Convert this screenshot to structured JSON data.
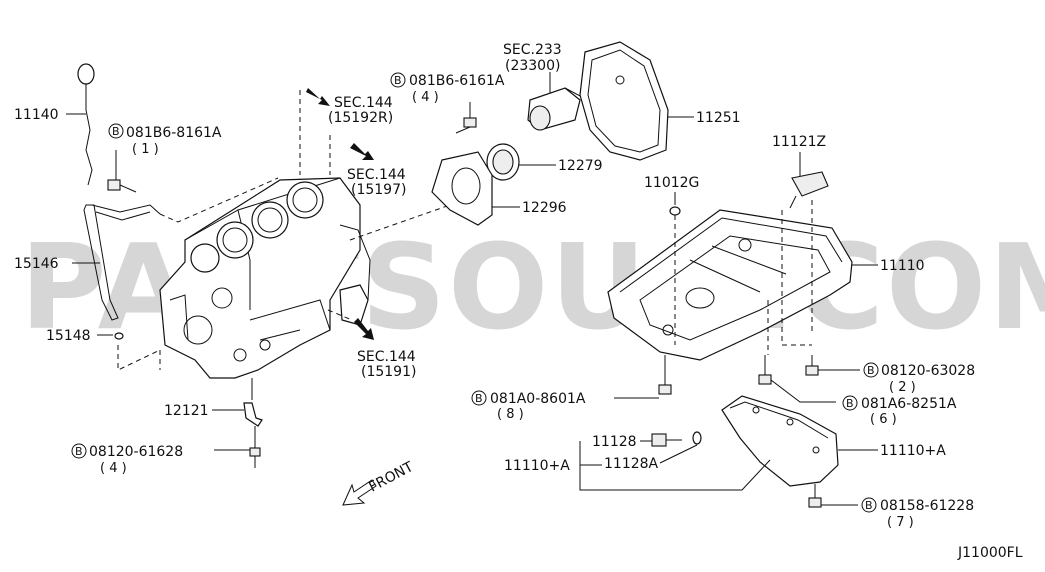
{
  "watermark": "PARTSOUQ.COM",
  "diagram_code": "J11000FL",
  "front_label": "FRONT",
  "bolt_marker": "B",
  "callouts": {
    "p11140": "11140",
    "p15146": "15146",
    "p15148": "15148",
    "p12121": "12121",
    "b081B6_8161A": "081B6-8161A",
    "b081B6_8161A_qty": "( 1 )",
    "b08120_61628": "08120-61628",
    "b08120_61628_qty": "( 4 )",
    "sec144_a": "SEC.144",
    "sec144_a_ref": "(15192R)",
    "sec144_b": "SEC.144",
    "sec144_b_ref": "(15197)",
    "sec144_c": "SEC.144",
    "sec144_c_ref": "(15191)",
    "sec233": "SEC.233",
    "sec233_ref": "(23300)",
    "b081B6_6161A": "081B6-6161A",
    "b081B6_6161A_qty": "( 4 )",
    "p11251": "11251",
    "p12279": "12279",
    "p12296": "12296",
    "p11012G": "11012G",
    "p11121Z": "11121Z",
    "p11110": "11110",
    "b08120_63028": "08120-63028",
    "b08120_63028_qty": "( 2 )",
    "b081A0_8601A": "081A0-8601A",
    "b081A0_8601A_qty": "( 8 )",
    "b081A6_8251A": "081A6-8251A",
    "b081A6_8251A_qty": "( 6 )",
    "p11128": "11128",
    "p11128A": "11128A",
    "p11110A_left": "11110+A",
    "p11110A_right": "11110+A",
    "b08158_61228": "08158-61228",
    "b08158_61228_qty": "( 7 )"
  }
}
